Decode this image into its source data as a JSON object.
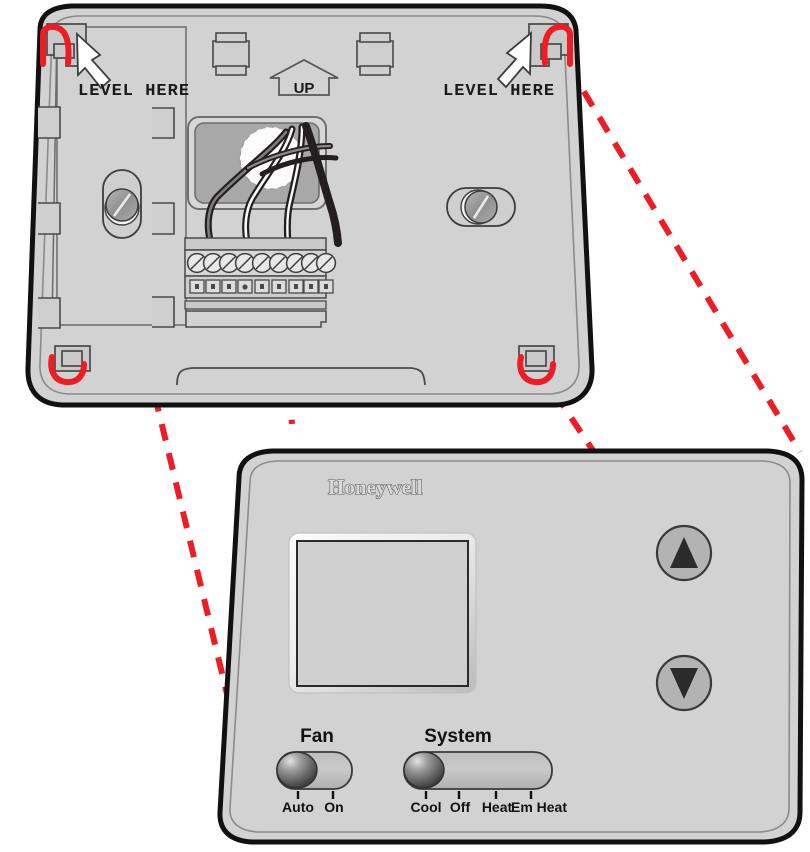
{
  "diagram": {
    "title": "Thermostat wallplate and front unit alignment",
    "colors": {
      "plate_body": "#d2d2d2",
      "plate_outline": "#111111",
      "guide_red": "#ee1c24",
      "wire_dark": "#231f20",
      "wire_light": "#ffffff",
      "screw_gray": "#9a9a9a",
      "window_gray": "#a8a8a8",
      "lcd_fill": "#d0d0d0",
      "button_fill": "#b3b3b3",
      "knob_dark": "#4d4d4d"
    }
  },
  "wallplate": {
    "name": "thermostat-wallplate",
    "level_label_left": "LEVEL HERE",
    "level_label_right": "LEVEL HERE",
    "up_label": "UP",
    "terminal_screw_count": 9,
    "wire_count": 5,
    "mounting_screw_count": 2,
    "side_tab_count": 6,
    "top_bump_count": 2,
    "corner_clip_count": 4
  },
  "thermostat": {
    "name": "thermostat-front-unit",
    "brand": "Honeywell",
    "display": {
      "name": "lcd-display",
      "value": ""
    },
    "buttons": {
      "up": "▲",
      "down": "▼"
    },
    "switches": [
      {
        "id": "fan",
        "title": "Fan",
        "options": [
          "Auto",
          "On"
        ],
        "selected": "Auto",
        "knob_position_pct": 0
      },
      {
        "id": "system",
        "title": "System",
        "options": [
          "Cool",
          "Off",
          "Heat",
          "Em Heat"
        ],
        "selected": "Cool",
        "knob_position_pct": 0
      }
    ]
  }
}
